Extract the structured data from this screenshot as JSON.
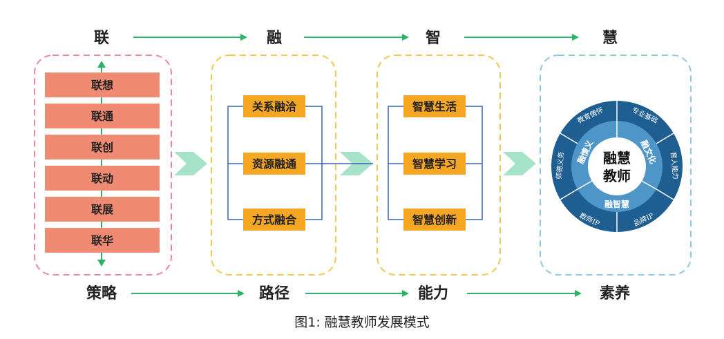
{
  "top_labels": [
    "联",
    "融",
    "智",
    "慧"
  ],
  "bottom_labels": [
    "策略",
    "路径",
    "能力",
    "素养"
  ],
  "col1_items": [
    "联想",
    "联通",
    "联创",
    "联动",
    "联展",
    "联华"
  ],
  "col2_items": [
    "关系融洽",
    "资源融通",
    "方式融合"
  ],
  "col3_items": [
    "智慧生活",
    "智慧学习",
    "智慧创新"
  ],
  "center_text": [
    "融慧",
    "教师"
  ],
  "inner_ring": [
    "融情义",
    "融文化",
    "融智慧"
  ],
  "outer_ring": [
    "教育情怀",
    "专业基础",
    "育人能力",
    "品牌IP",
    "教师IP",
    "师德义务"
  ],
  "caption": "图1: 融慧教师发展模式",
  "colors": {
    "red_box": "#ef8a73",
    "orange_box": "#f5a623",
    "green_arrow": "#2db463",
    "chevron": "#a6e3c8",
    "pink_border": "#e88a96",
    "yellow_border": "#f0c94a",
    "blue_border": "#8fc6e0",
    "outer_ring": "#1f5e91",
    "inner_ring": "#4f96c8",
    "connector": "#3a63b8"
  }
}
